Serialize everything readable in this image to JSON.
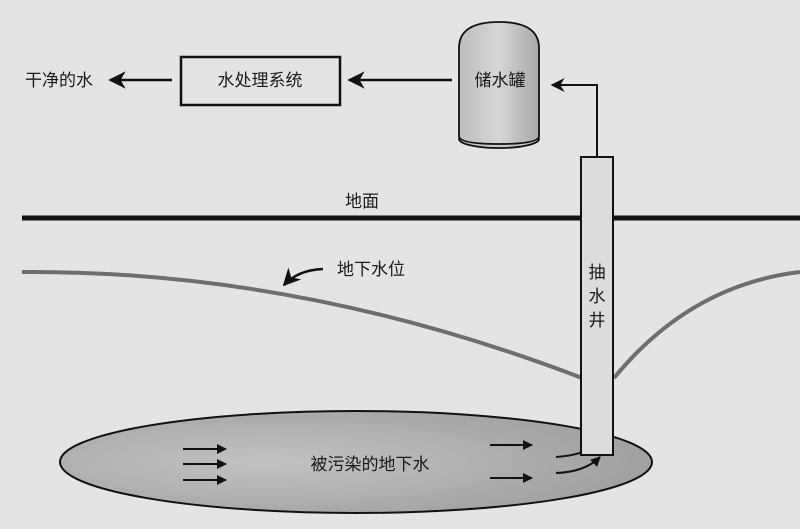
{
  "labels": {
    "clean_water": "干净的水",
    "treatment_system": "水处理系统",
    "storage_tank": "储水罐",
    "ground": "地面",
    "water_table": "地下水位",
    "well": [
      "抽",
      "水",
      "井"
    ],
    "contaminated_groundwater": "被污染的地下水"
  },
  "colors": {
    "background": "#e4e4e2",
    "line": "#111111",
    "water_table": "#6e6e6e",
    "plume": "#b4b4b2"
  }
}
